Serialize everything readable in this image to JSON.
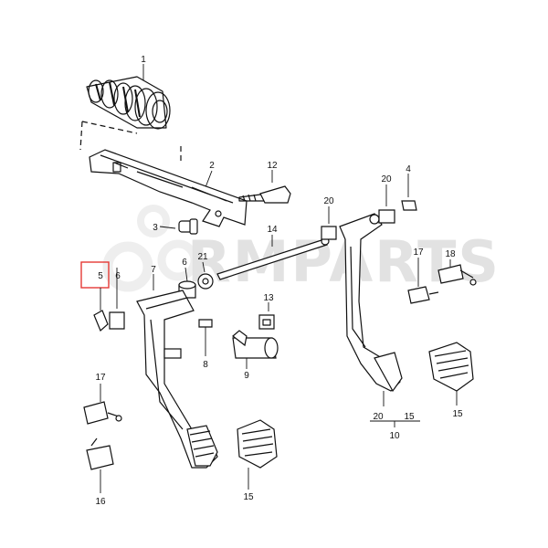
{
  "watermark": {
    "text": "RMPARTS",
    "gear_icon": "gear-icon"
  },
  "highlight": {
    "color": "#e53935",
    "label": "5"
  },
  "callouts": {
    "c1": "1",
    "c2": "2",
    "c3": "3",
    "c4": "4",
    "c5": "5",
    "c6": "6",
    "c7": "7",
    "c8": "8",
    "c9": "9",
    "c10": "10",
    "c12": "12",
    "c13": "13",
    "c14": "14",
    "c15a": "15",
    "c15b": "15",
    "c16": "16",
    "c17a": "17",
    "c17b": "17",
    "c18": "18",
    "c20a": "20",
    "c20b": "20",
    "c20c": "20",
    "c21": "21",
    "c15c": "15"
  },
  "colors": {
    "ink": "#111111",
    "watermark": "#e2e2e2",
    "background": "#ffffff"
  }
}
